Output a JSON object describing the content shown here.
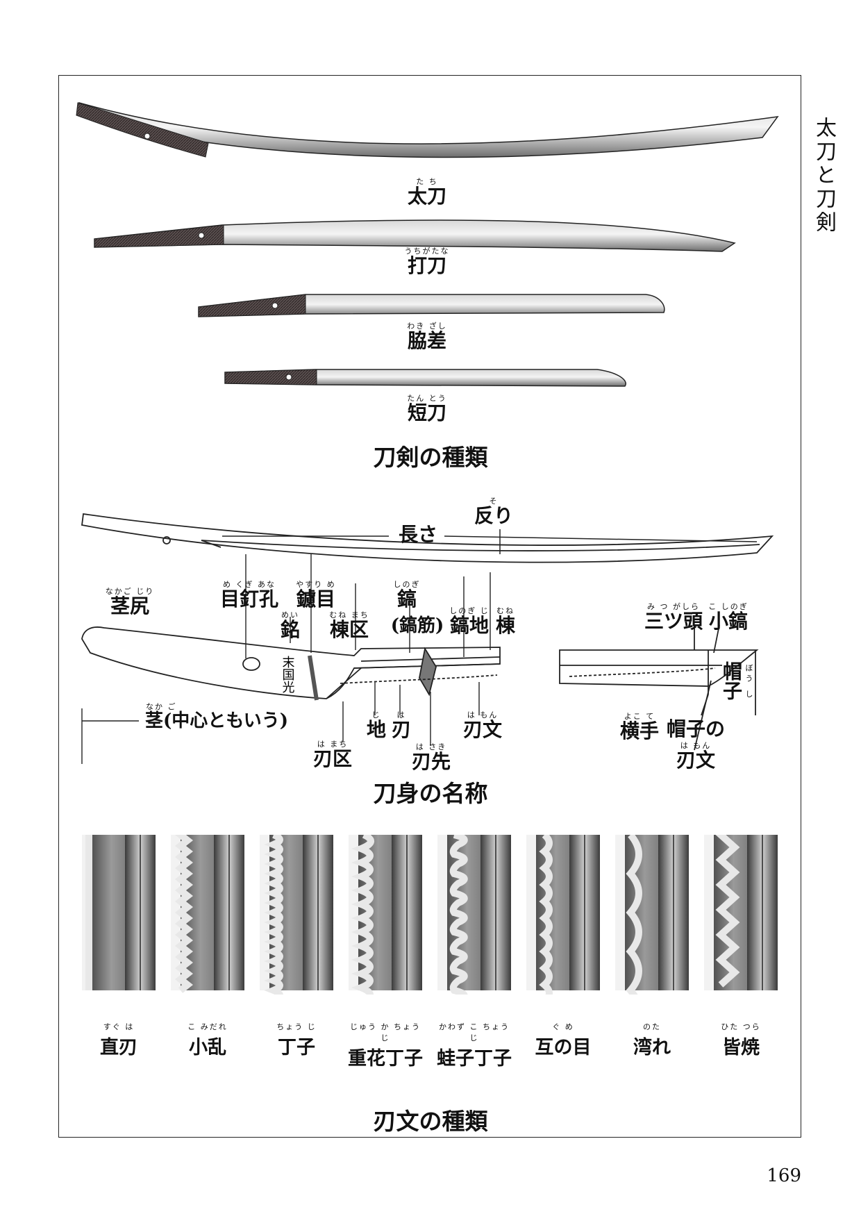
{
  "side_title": "太刀と刀剣",
  "page_number": "169",
  "section1": {
    "heading": "刀剣の種類",
    "swords": [
      {
        "label": "太刀",
        "ruby": "た ち"
      },
      {
        "label": "打刀",
        "ruby": "うちがたな"
      },
      {
        "label": "脇差",
        "ruby": "わき ざし"
      },
      {
        "label": "短刀",
        "ruby": "たん とう"
      }
    ]
  },
  "section2": {
    "heading": "刀身の名称",
    "sori": {
      "label": "反り",
      "ruby": "そ"
    },
    "nagasa": "長さ",
    "parts": {
      "nakagojiri": {
        "label": "茎尻",
        "ruby": "なかご じり"
      },
      "mekugiana": {
        "label": "目釘孔",
        "ruby": "め くぎ あな"
      },
      "yasurime": {
        "label": "鑢目",
        "ruby": "やすり め"
      },
      "mei": {
        "label": "銘",
        "ruby": "めい"
      },
      "munemachi": {
        "label": "棟区",
        "ruby": "むね まち"
      },
      "shinogi": {
        "label": "鎬",
        "ruby": "しのぎ"
      },
      "shinogisuji": "(鎬筋)",
      "shinogiji": {
        "label": "鎬地",
        "ruby": "しのぎ じ"
      },
      "mune": {
        "label": "棟",
        "ruby": "むね"
      },
      "nakago": {
        "label": "茎(中心ともいう)",
        "ruby": "なか ご"
      },
      "ji": {
        "label": "地",
        "ruby": "じ"
      },
      "ha": {
        "label": "刃",
        "ruby": "は"
      },
      "hamon": {
        "label": "刃文",
        "ruby": "は もん"
      },
      "hamachi": {
        "label": "刃区",
        "ruby": "は まち"
      },
      "hasaki": {
        "label": "刃先",
        "ruby": "は さき"
      },
      "mitsukashira": {
        "label": "三ツ頭",
        "ruby": "み つ がしら"
      },
      "koshinogi": {
        "label": "小鎬",
        "ruby": "こ しのぎ"
      },
      "boushi_label": "帽子",
      "boushi_ruby": "ぼう し",
      "yokote": {
        "label": "横手",
        "ruby": "よこ て"
      },
      "boushi_hamon_1": "帽子の",
      "boushi_hamon_2": "刃文",
      "boushi_hamon_ruby": "は もん"
    },
    "inscription": "末国光"
  },
  "section3": {
    "heading": "刃文の種類",
    "hamon_types": [
      {
        "label": "直刃",
        "ruby": "すぐ は"
      },
      {
        "label": "小乱",
        "ruby": "こ みだれ"
      },
      {
        "label": "丁子",
        "ruby": "ちょう じ"
      },
      {
        "label": "重花丁子",
        "ruby": "じゅう か ちょう じ"
      },
      {
        "label": "蛙子丁子",
        "ruby": "かわず こ ちょう じ"
      },
      {
        "label": "互の目",
        "ruby": "ぐ め"
      },
      {
        "label": "湾れ",
        "ruby": "のた"
      },
      {
        "label": "皆焼",
        "ruby": "ひた つら"
      }
    ]
  },
  "colors": {
    "ink": "#111111",
    "blade_gray": "#8a8a8a",
    "tang": "#3a3030"
  }
}
